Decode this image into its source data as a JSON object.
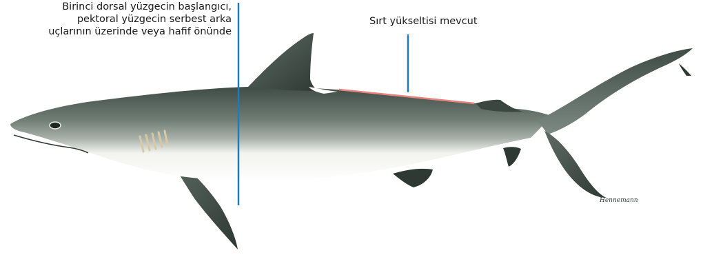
{
  "annotations": {
    "dorsal_origin": {
      "text": "Birinci dorsal yüzgecin başlangıcı,\npektoral yüzgecin serbest arka\nuçlarının üzerinde veya hafif önünde",
      "line_color": "#1b7bbf"
    },
    "ridge": {
      "text": "Sırt yükseltisi mevcut",
      "line_color": "#1b7bbf",
      "ridge_color": "#e8837e"
    }
  },
  "illustration": {
    "subject": "shark-side-view",
    "signature_lettering": "Hennemann",
    "colors": {
      "back_dark": "#4c5a52",
      "back_mid": "#7c8a82",
      "belly": "#f7f7f4",
      "fin_dark": "#3e4a44",
      "gill": "#d8c9a3"
    }
  }
}
